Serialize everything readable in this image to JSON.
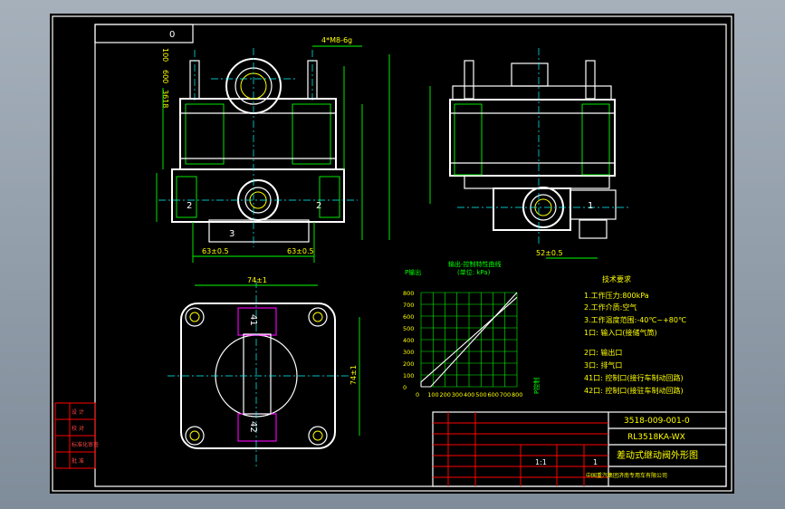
{
  "corner_box": "0",
  "left_ticks": [
    "100",
    "600",
    "3618"
  ],
  "dims": {
    "thread": "4*M8-6g",
    "spacing_left": "63±0.5",
    "spacing_right": "63±0.5",
    "spacing_side": "52±0.5",
    "bottom_width": "74±1",
    "bottom_height": "74±1"
  },
  "port_labels": {
    "port2_left": "2",
    "port2_right": "2",
    "port3": "3",
    "port1": "1",
    "port41": "41",
    "port42": "42"
  },
  "chart_data": {
    "type": "line",
    "title": "输出-控制特性曲线",
    "subtitle": "(单位: kPa)",
    "ylabel": "P输出",
    "xlabel": "P控制",
    "x_ticks": [
      "0",
      "100",
      "200",
      "300",
      "400",
      "500",
      "600",
      "700",
      "800"
    ],
    "y_ticks": [
      "800",
      "700",
      "600",
      "500",
      "400",
      "300",
      "200",
      "100",
      "0"
    ],
    "ylim": [
      0,
      800
    ],
    "xlim": [
      0,
      800
    ],
    "series": [
      {
        "x": [
          0,
          80,
          800
        ],
        "y": [
          0,
          0,
          820
        ]
      },
      {
        "x": [
          0,
          0,
          800
        ],
        "y": [
          0,
          40,
          760
        ]
      }
    ],
    "grid": true
  },
  "requirements": {
    "title": "技术要求",
    "items": [
      "1.工作压力:800kPa",
      "2.工作介质:空气",
      "3.工作温度范围:-40℃~+80℃",
      "1口: 输入口(接储气筒)",
      "2口: 输出口",
      "3口: 排气口",
      "41口: 控制口(接行车制动回路)",
      "42口: 控制口(接驻车制动回路)"
    ]
  },
  "side_stamp": [
    "设 计",
    "校 对",
    "标准化审查",
    "批 准"
  ],
  "title_block": {
    "drawing_no": "3518-009-001-0",
    "model": "RL3518KA-WX",
    "name": "差动式继动阀外形图",
    "scale": "1:1",
    "sheet": "1",
    "company": "中国重汽集团济南专用车有限公司"
  }
}
